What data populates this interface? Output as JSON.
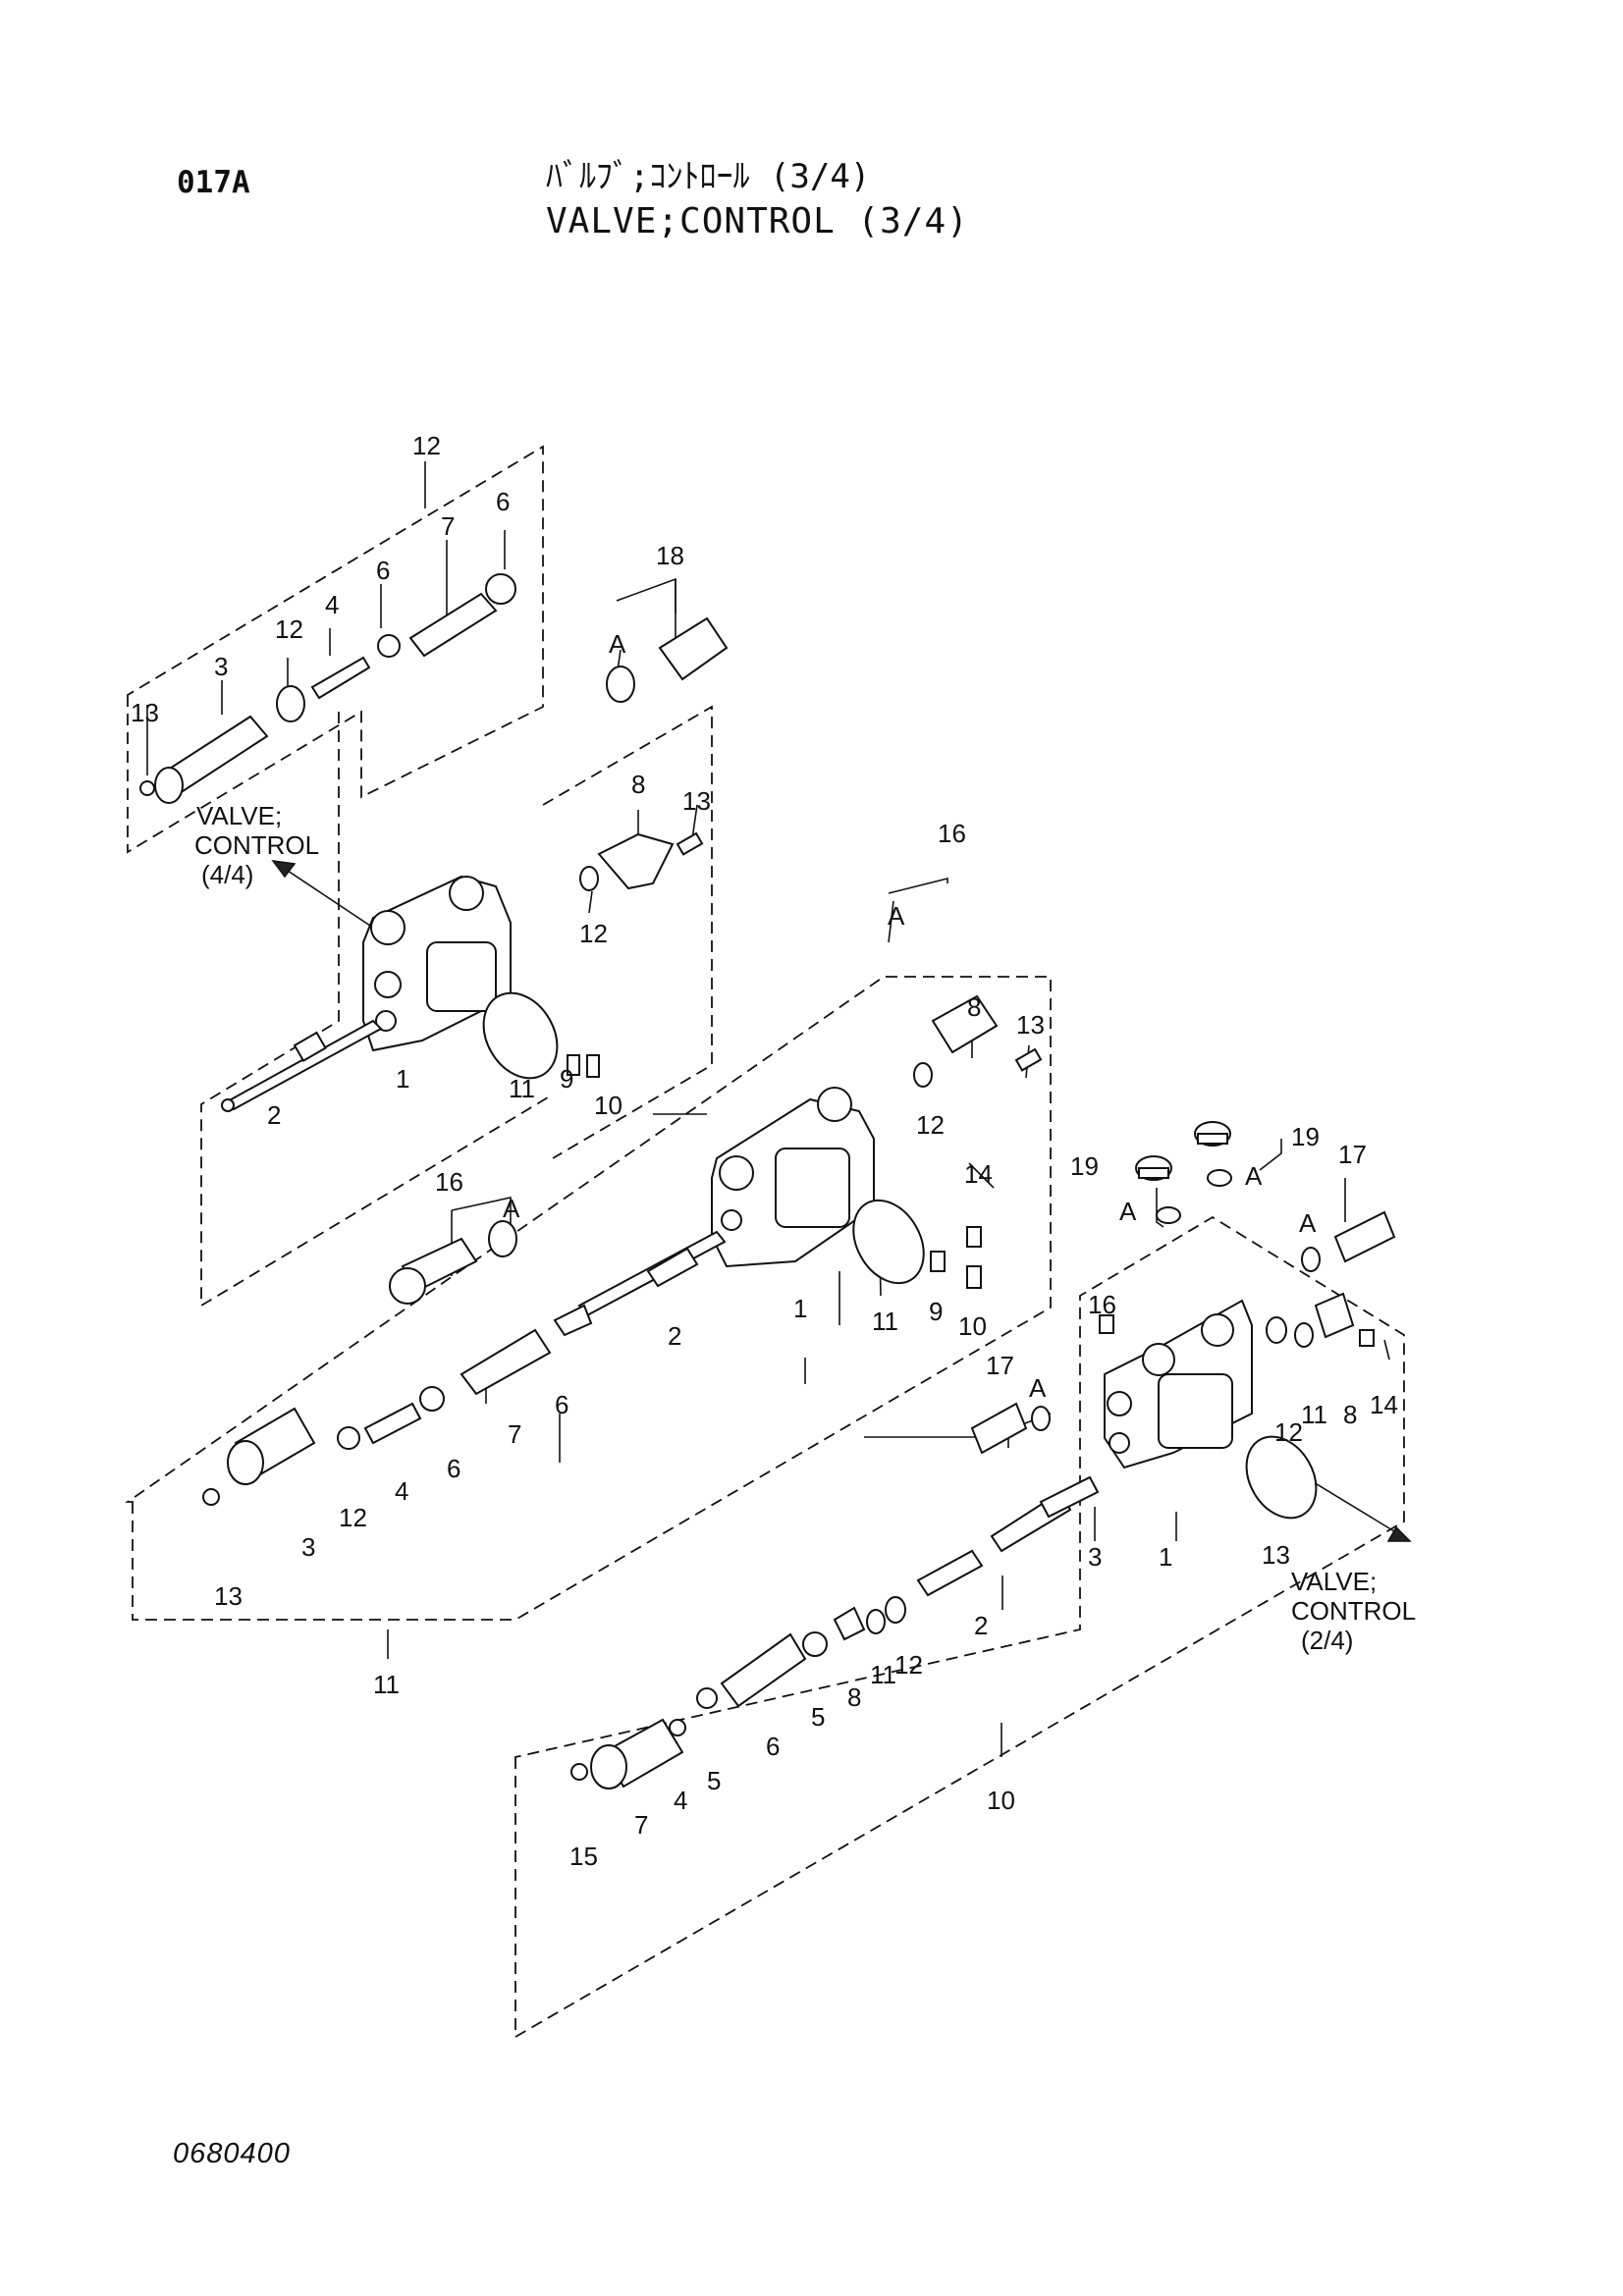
{
  "header": {
    "code": "017A",
    "title_jp": "ﾊﾞﾙﾌﾞ;ｺﾝﾄﾛｰﾙ (3/4)",
    "title_en": "VALVE;CONTROL (3/4)"
  },
  "footer": {
    "drawing_no": "0680400"
  },
  "callouts": [
    "12",
    "6",
    "7",
    "6",
    "4",
    "12",
    "3",
    "13",
    "18",
    "A",
    "8",
    "13",
    "12",
    "1",
    "2",
    "11",
    "9",
    "10",
    "16",
    "A",
    "8",
    "13",
    "12",
    "14",
    "1",
    "11",
    "9",
    "10",
    "2",
    "6",
    "7",
    "6",
    "4",
    "12",
    "3",
    "13",
    "11",
    "16",
    "A",
    "19",
    "A",
    "19",
    "A",
    "17",
    "A",
    "16",
    "17",
    "A",
    "1",
    "12",
    "11",
    "8",
    "14",
    "3",
    "13",
    "2",
    "5",
    "11",
    "12",
    "8",
    "6",
    "5",
    "4",
    "7",
    "15",
    "10"
  ],
  "refs": {
    "r44": {
      "l1": "VALVE;",
      "l2": "CONTROL",
      "l3": "(4/4)"
    },
    "r24": {
      "l1": "VALVE;",
      "l2": "CONTROL",
      "l3": "(2/4)"
    }
  }
}
